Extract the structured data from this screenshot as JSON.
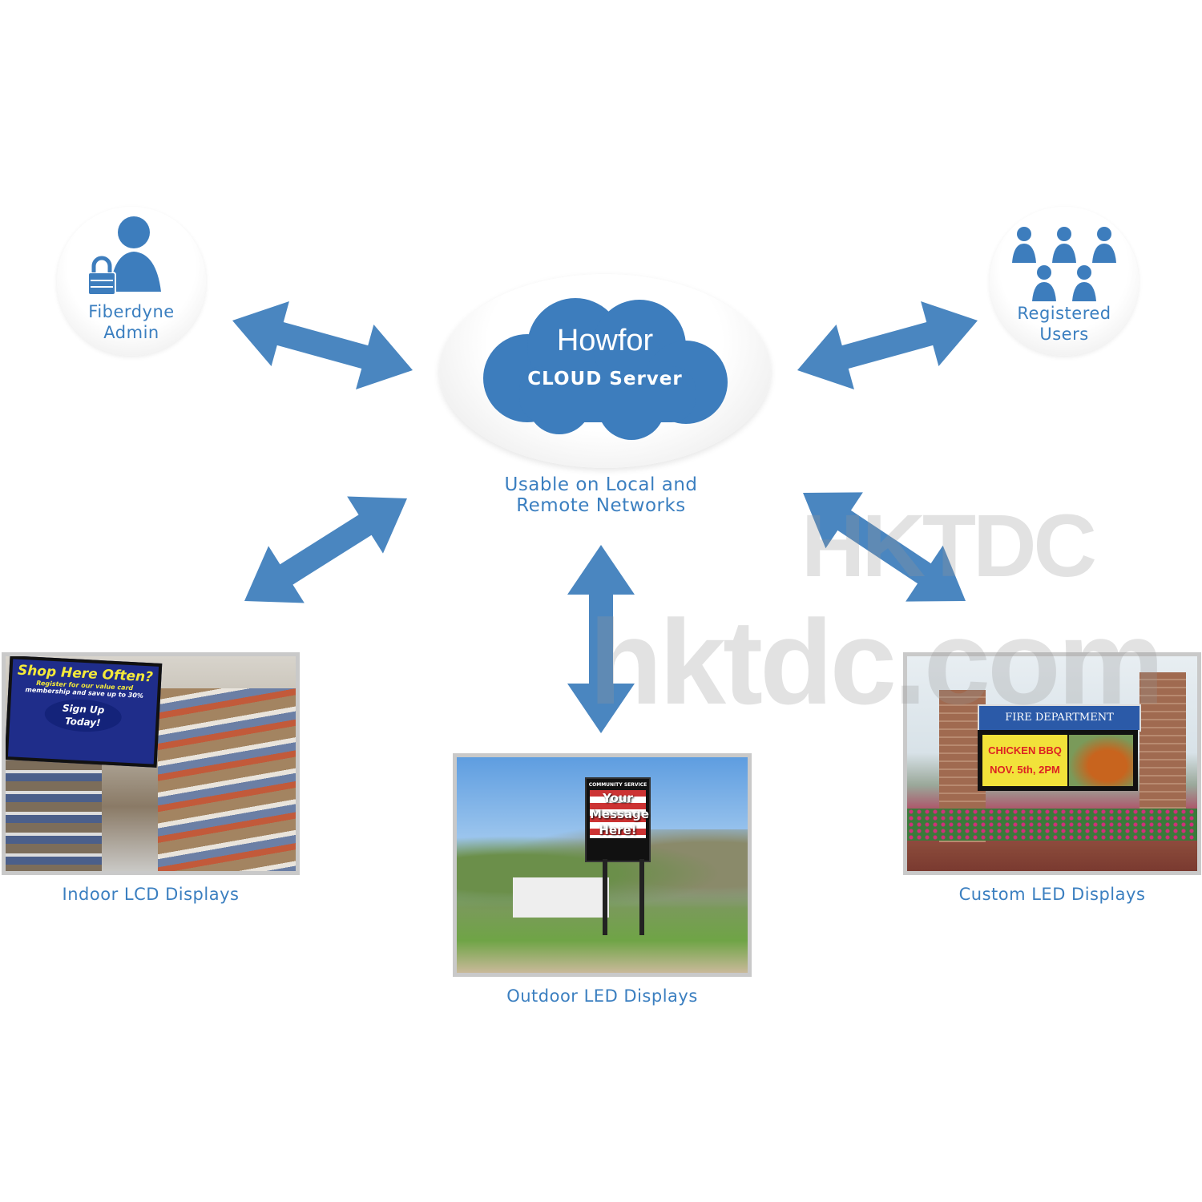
{
  "server": {
    "title": "Howfor",
    "subtitle": "CLOUD Server",
    "caption_line1": "Usable on Local and",
    "caption_line2": "Remote Networks"
  },
  "admin": {
    "line1": "Fiberdyne",
    "line2": "Admin",
    "icon": "admin-lock-person-icon"
  },
  "users": {
    "line1": "Registered",
    "line2": "Users",
    "icon": "user-group-icon"
  },
  "displays": [
    {
      "label": "Indoor LCD Displays",
      "screen_title": "Shop Here Often?",
      "screen_line1": "Register for our value card",
      "screen_line2": "membership and save up to 30%",
      "screen_button1": "Sign Up",
      "screen_button2": "Today!"
    },
    {
      "label": "Outdoor LED Displays",
      "sign_header": "COMMUNITY SERVICE",
      "sign_line1": "Your",
      "sign_line2": "Message",
      "sign_line3": "Here!"
    },
    {
      "label": "Custom LED Displays",
      "sign_header": "FIRE DEPARTMENT",
      "sign_line1": "CHICKEN BBQ",
      "sign_line2": "NOV. 5th, 2PM"
    }
  ],
  "watermark": {
    "line1": "HKTDC",
    "line2": "hktdc.com"
  },
  "colors": {
    "accent": "#4a86c0",
    "cloud": "#3d7dbd",
    "label": "#3b7fc0"
  }
}
